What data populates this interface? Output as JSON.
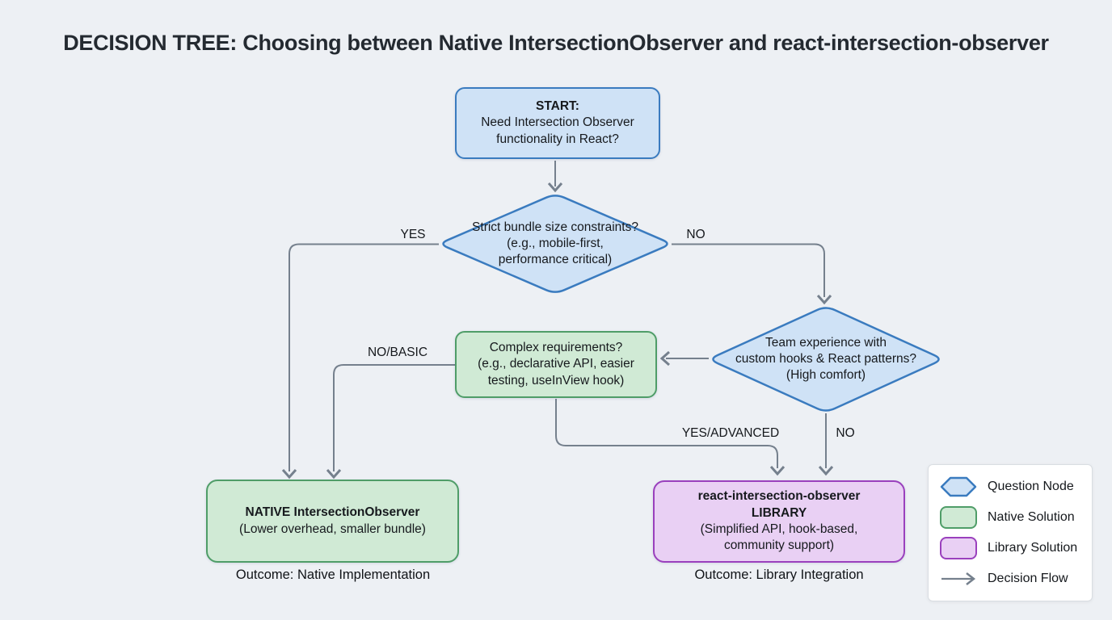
{
  "title": "DECISION TREE: Choosing between Native IntersectionObserver and react-intersection-observer",
  "nodes": {
    "start": {
      "title": "START:",
      "body": "Need Intersection Observer\nfunctionality in React?"
    },
    "bundle_question": {
      "text": "Strict bundle size constraints?\n(e.g., mobile-first,\nperformance critical)"
    },
    "experience_question": {
      "text": "Team experience with\ncustom hooks & React patterns?\n(High comfort)"
    },
    "complex_question": {
      "text": "Complex requirements?\n(e.g., declarative API, easier\ntesting, useInView hook)"
    },
    "native_solution": {
      "title": "NATIVE IntersectionObserver",
      "body": "(Lower overhead, smaller bundle)",
      "outcome": "Outcome: Native Implementation"
    },
    "library_solution": {
      "title": "react-intersection-observer\nLIBRARY",
      "body": "(Simplified API, hook-based,\ncommunity support)",
      "outcome": "Outcome: Library Integration"
    }
  },
  "edge_labels": {
    "yes": "YES",
    "no": "NO",
    "no_basic": "NO/BASIC",
    "yes_advanced": "YES/ADVANCED",
    "no_experience": "NO"
  },
  "legend": {
    "items": [
      {
        "label": "Question Node",
        "swatch": "question-hexagon"
      },
      {
        "label": "Native Solution",
        "swatch": "native-rect"
      },
      {
        "label": "Library Solution",
        "swatch": "library-rect"
      },
      {
        "label": "Decision Flow",
        "swatch": "flow-arrow"
      }
    ]
  },
  "colors": {
    "background": "#edf0f4",
    "question_fill": "#cfe2f6",
    "question_border": "#3a7bbf",
    "native_fill": "#d0ead5",
    "native_border": "#4f9d68",
    "library_fill": "#e9d0f4",
    "library_border": "#9a40bd",
    "flow": "#75808d"
  }
}
